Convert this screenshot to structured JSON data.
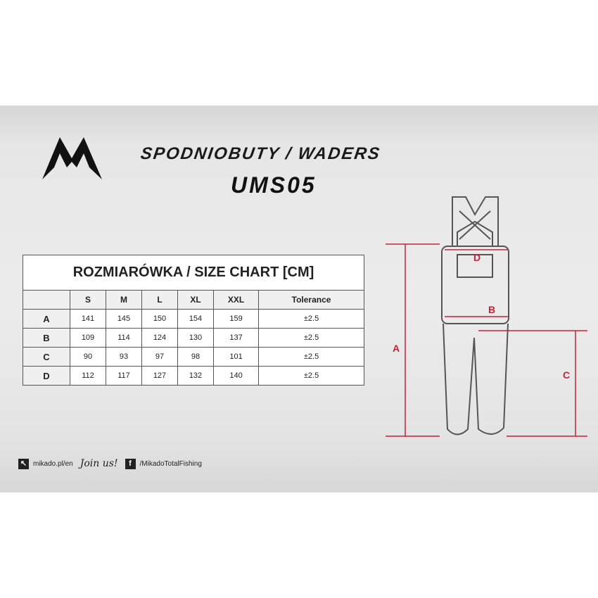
{
  "header": {
    "title": "SPODNIOBUTY / WADERS",
    "model": "UMS05"
  },
  "table": {
    "title": "ROZMIARÓWKA / SIZE CHART [CM]",
    "columns": [
      "",
      "S",
      "M",
      "L",
      "XL",
      "XXL",
      "Tolerance"
    ],
    "rows": [
      {
        "label": "A",
        "values": [
          "141",
          "145",
          "150",
          "154",
          "159",
          "±2.5"
        ]
      },
      {
        "label": "B",
        "values": [
          "109",
          "114",
          "124",
          "130",
          "137",
          "±2.5"
        ]
      },
      {
        "label": "C",
        "values": [
          "90",
          "93",
          "97",
          "98",
          "101",
          "±2.5"
        ]
      },
      {
        "label": "D",
        "values": [
          "112",
          "117",
          "127",
          "132",
          "140",
          "±2.5"
        ]
      }
    ]
  },
  "diagram": {
    "labels": {
      "a": "A",
      "b": "B",
      "c": "C",
      "d": "D"
    },
    "color": "#c0243a"
  },
  "footer": {
    "website": "mikado.pl/en",
    "join": "Join us!",
    "facebook": "/MikadoTotalFishing"
  }
}
